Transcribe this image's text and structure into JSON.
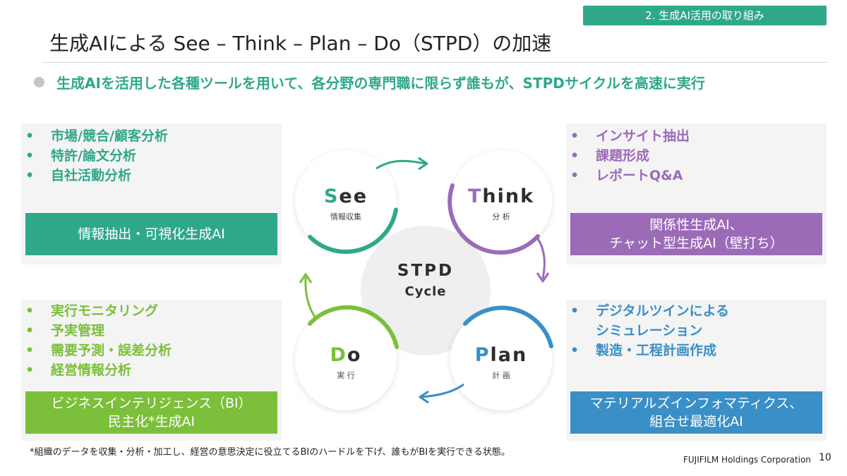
{
  "section_tag": "2. 生成AI活用の取り組み",
  "title": "生成AIによる See – Think – Plan – Do（STPD）の加速",
  "lead": "生成AIを活用した各種ツールを用いて、各分野の専門職に限らず誰もが、STPDサイクルを高速に実行",
  "panels": {
    "see": {
      "bullets": [
        "市場/競合/顧客分析",
        "特許/論文分析",
        "自社活動分析"
      ],
      "band": "情報抽出・可視化生成AI"
    },
    "think": {
      "bullets": [
        "インサイト抽出",
        "課題形成",
        "レポートQ&A"
      ],
      "band_line1": "関係性生成AI、",
      "band_line2": "チャット型生成AI（壁打ち）"
    },
    "do": {
      "bullets": [
        "実行モニタリング",
        "予実管理",
        "需要予測・誤差分析",
        "経営情報分析"
      ],
      "band_line1": "ビジネスインテリジェンス（BI）",
      "band_line2": "民主化*生成AI"
    },
    "plan": {
      "bullets": [
        "デジタルツインによる",
        "シミュレーション",
        "製造・工程計画作成"
      ],
      "band_line1": "マテリアルズインフォマティクス、",
      "band_line2": "組合せ最適化AI"
    }
  },
  "cycle": {
    "center_line1": "STPD",
    "center_line2": "Cycle",
    "see": {
      "letter": "S",
      "rest": "ee",
      "sub": "情報収集"
    },
    "think": {
      "letter": "T",
      "rest": "hink",
      "sub": "分 析"
    },
    "plan": {
      "letter": "P",
      "rest": "lan",
      "sub": "計 画"
    },
    "do": {
      "letter": "D",
      "rest": "o",
      "sub": "実 行"
    }
  },
  "colors": {
    "teal": "#2fa88a",
    "purple": "#9b6bb8",
    "blue": "#3a8fc7",
    "green": "#7bbf3a"
  },
  "footnote": "*組織のデータを収集・分析・加工し、経営の意思決定に役立てるBIのハードルを下げ、誰もがBIを実行できる状態。",
  "company": "FUJIFILM Holdings Corporation",
  "page_number": "10"
}
